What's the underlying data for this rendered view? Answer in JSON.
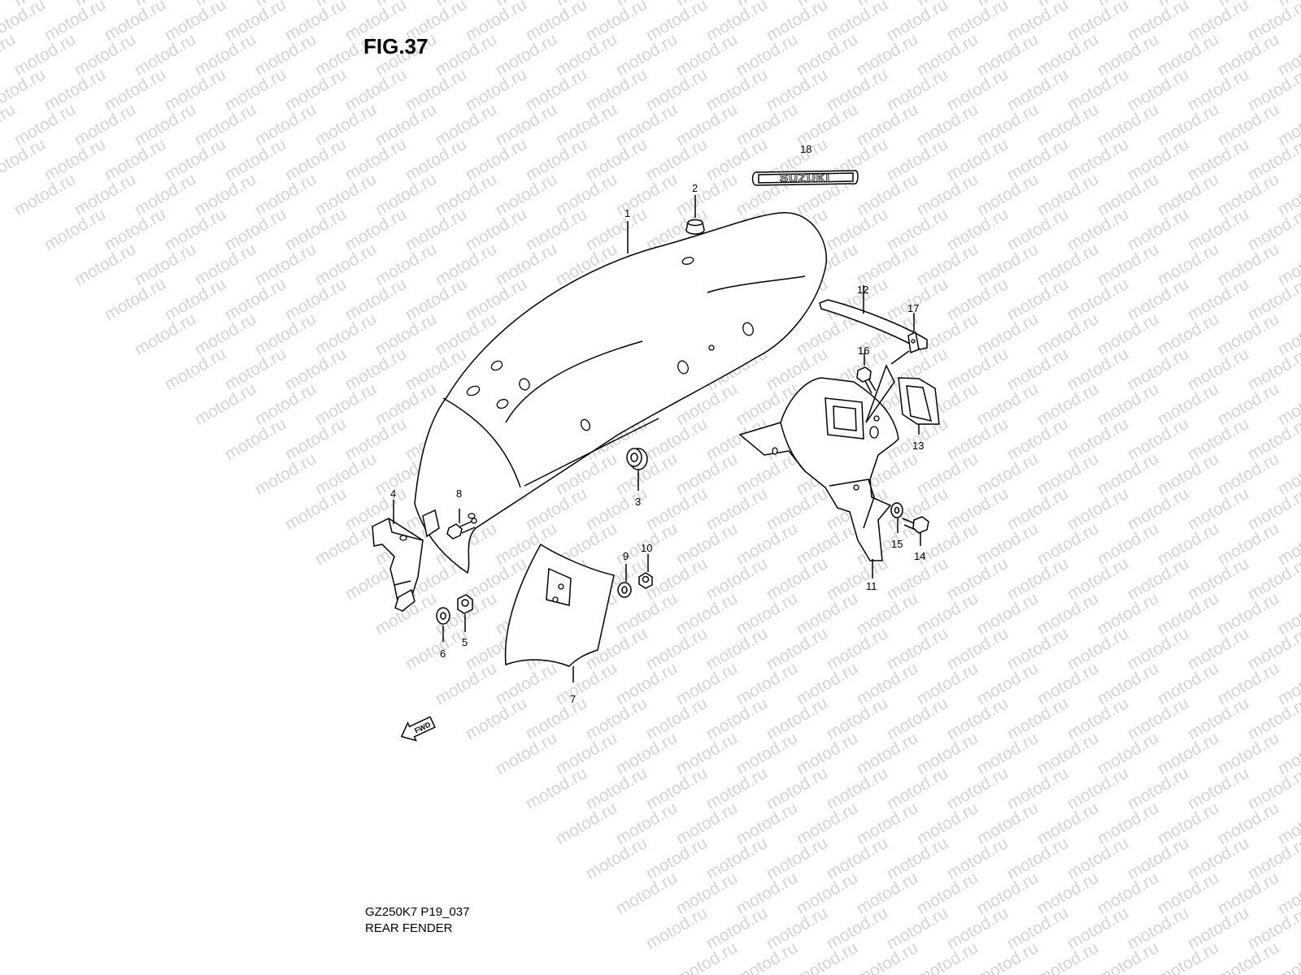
{
  "figure": {
    "title": "FIG.37",
    "model_code": "GZ250K7  P19_037",
    "section_name": "REAR FENDER"
  },
  "watermark": {
    "text": "motod.ru"
  },
  "emblem": {
    "text": "SUZUKI"
  },
  "direction_marker": {
    "text": "FWD",
    "icon": "forward-arrow-icon"
  },
  "part_labels": [
    "1",
    "2",
    "3",
    "4",
    "5",
    "6",
    "7",
    "8",
    "9",
    "10",
    "11",
    "12",
    "13",
    "14",
    "15",
    "16",
    "17",
    "18"
  ]
}
